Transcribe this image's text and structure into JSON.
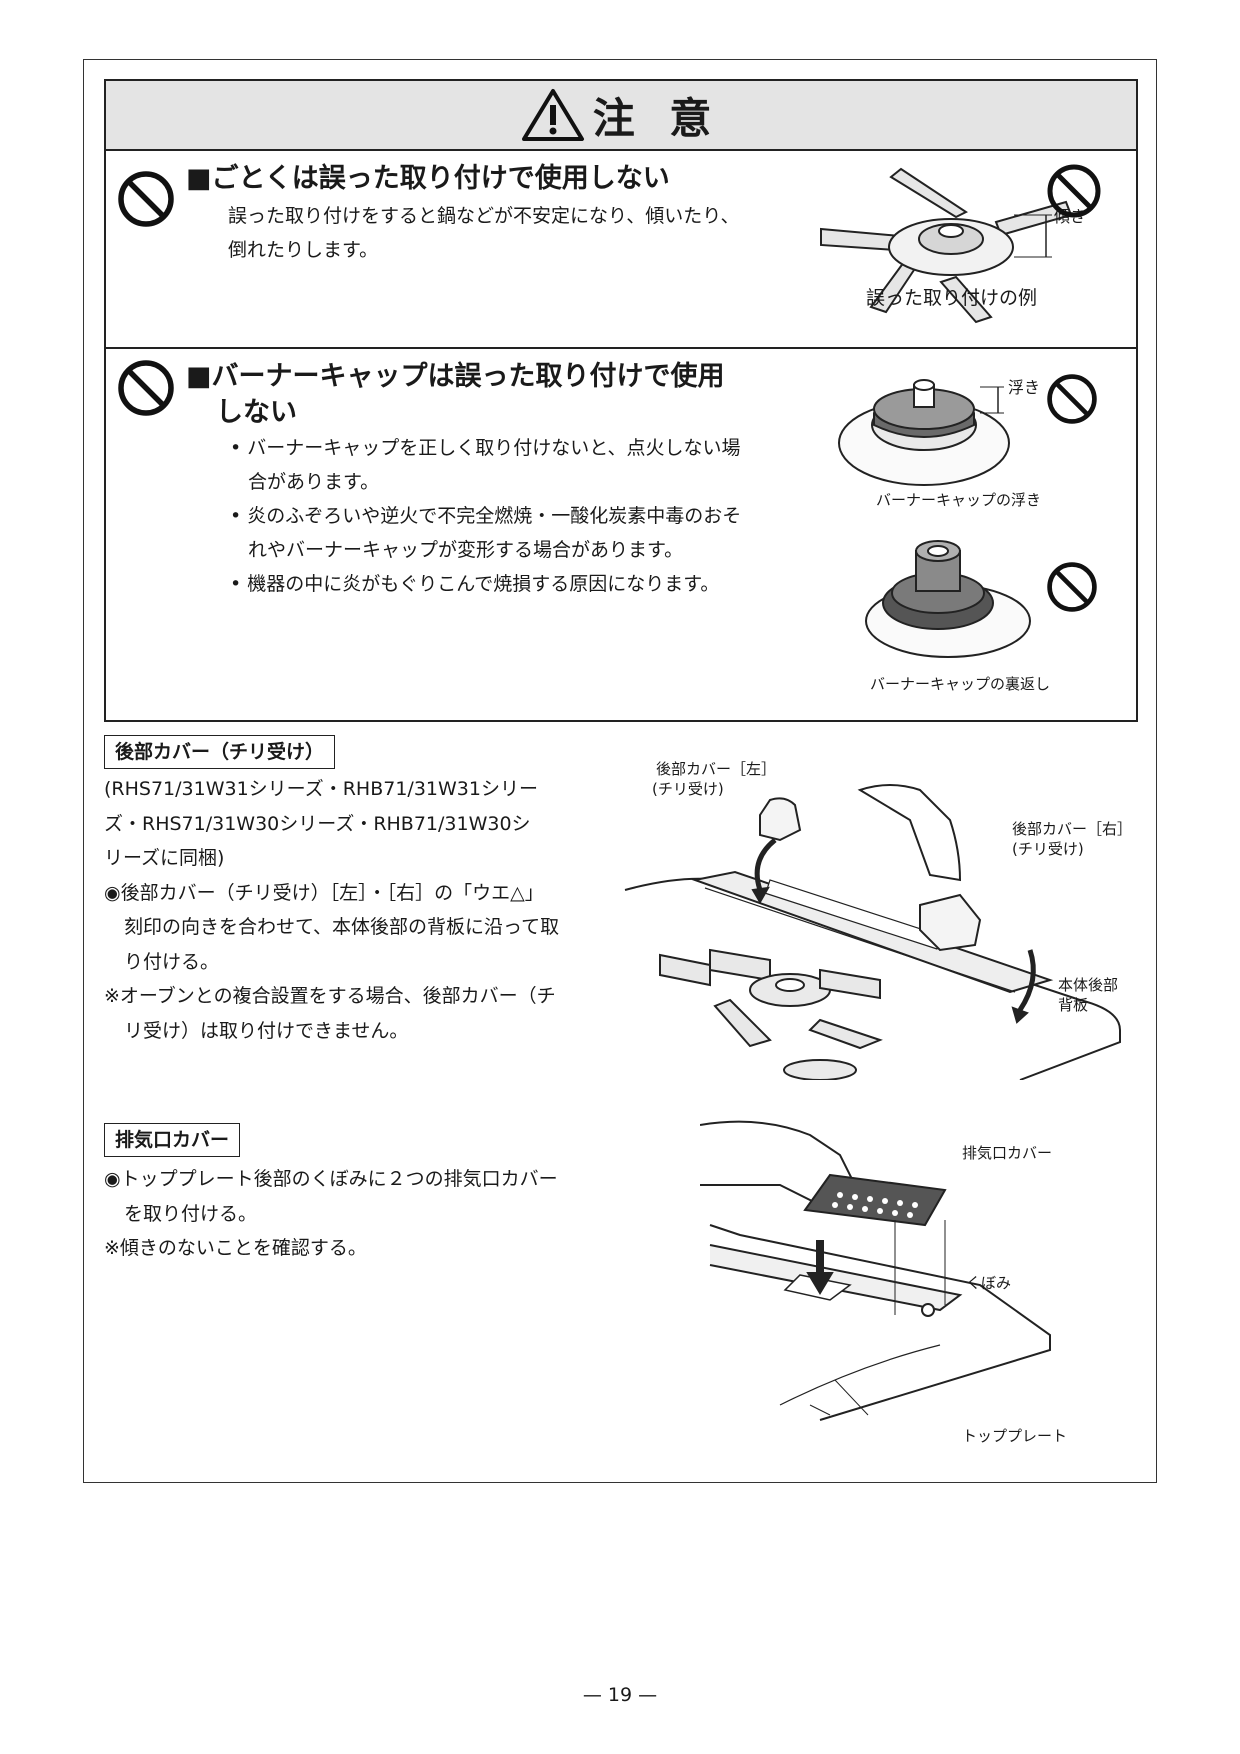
{
  "caution": {
    "title": "注 意"
  },
  "section1": {
    "heading": "■ごとくは誤った取り付けで使用しない",
    "body_line1": "誤った取り付けをすると鍋などが不安定になり、傾いたり、",
    "body_line2": "倒れたりします。",
    "label_tilt": "傾き",
    "caption": "誤った取り付けの例"
  },
  "section2": {
    "heading_line1": "■バーナーキャップは誤った取り付けで使用",
    "heading_line2": "しない",
    "bullets": [
      {
        "line1": "• バーナーキャップを正しく取り付けないと、点火しない場",
        "line2": "合があります。"
      },
      {
        "line1": "• 炎のふぞろいや逆火で不完全燃焼・一酸化炭素中毒のおそ",
        "line2": "れやバーナーキャップが変形する場合があります。"
      },
      {
        "line1": "• 機器の中に炎がもぐりこんで焼損する原因になります。",
        "line2": ""
      }
    ],
    "label_float": "浮き",
    "caption_float": "バーナーキャップの浮き",
    "caption_reverse": "バーナーキャップの裏返し"
  },
  "rear_cover": {
    "label": "後部カバー（チリ受け）",
    "lines": [
      "(RHS71/31W31シリーズ・RHB71/31W31シリー",
      "ズ・RHS71/31W30シリーズ・RHB71/31W30シ",
      "リーズに同梱)",
      "◉後部カバー（チリ受け）［左］・［右］の「ウエ△」",
      "刻印の向きを合わせて、本体後部の背板に沿って取",
      "り付ける。",
      "※オーブンとの複合設置をする場合、後部カバー（チ",
      "リ受け）は取り付けできません。"
    ],
    "fig_left_label1": "後部カバー［左］",
    "fig_left_label2": "(チリ受け)",
    "fig_right_label1": "後部カバー［右］",
    "fig_right_label2": "(チリ受け)",
    "fig_back_label1": "本体後部",
    "fig_back_label2": "背板"
  },
  "exhaust_cover": {
    "label": "排気口カバー",
    "lines": [
      "◉トッププレート後部のくぼみに２つの排気口カバー",
      "を取り付ける。",
      "※傾きのないことを確認する。"
    ],
    "fig_cover_label": "排気口カバー",
    "fig_recess_label": "くぼみ",
    "fig_plate_label": "トッププレート"
  },
  "page_number": "— 19 —"
}
